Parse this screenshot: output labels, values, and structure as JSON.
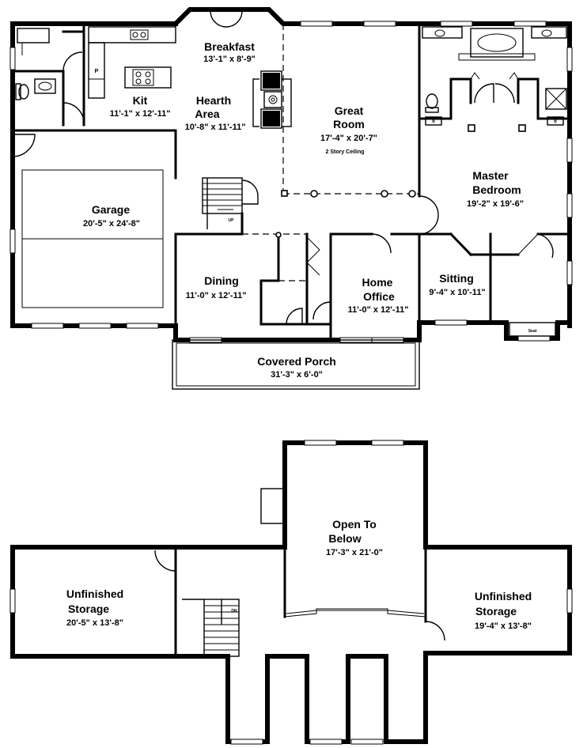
{
  "rooms": {
    "breakfast": {
      "name": "Breakfast",
      "dims": "13'-1\" x 8'-9\""
    },
    "kit": {
      "name": "Kit",
      "dims": "11'-1\" x 12'-11\""
    },
    "hearth": {
      "name_line1": "Hearth",
      "name_line2": "Area",
      "dims": "10'-8\" x 11'-11\""
    },
    "great_room": {
      "name_line1": "Great",
      "name_line2": "Room",
      "dims": "17'-4\" x 20'-7\"",
      "note": "2 Story Ceiling"
    },
    "master_bedroom": {
      "name_line1": "Master",
      "name_line2": "Bedroom",
      "dims": "19'-2\" x 19'-6\""
    },
    "garage": {
      "name": "Garage",
      "dims": "20'-5\" x 24'-8\""
    },
    "dining": {
      "name": "Dining",
      "dims": "11'-0\" x 12'-11\""
    },
    "home_office": {
      "name_line1": "Home",
      "name_line2": "Office",
      "dims": "11'-0\" x 12'-11\""
    },
    "sitting": {
      "name": "Sitting",
      "dims": "9'-4\" x 10'-11\""
    },
    "covered_porch": {
      "name": "Covered Porch",
      "dims": "31'-3\" x 6'-0\""
    },
    "open_to_below": {
      "name_line1": "Open To",
      "name_line2": "Below",
      "dims": "17'-3\" x 21'-0\""
    },
    "storage_left": {
      "name_line1": "Unfinished",
      "name_line2": "Storage",
      "dims": "20'-5\" x 13'-8\""
    },
    "storage_right": {
      "name_line1": "Unfinished",
      "name_line2": "Storage",
      "dims": "19'-4\" x 13'-8\""
    }
  },
  "fixtures": {
    "pantry_label": "P",
    "seat_label": "Seat",
    "bench_label_left": "B",
    "bench_label_right": "B",
    "stair_up": "UP",
    "stair_down": "DN"
  }
}
